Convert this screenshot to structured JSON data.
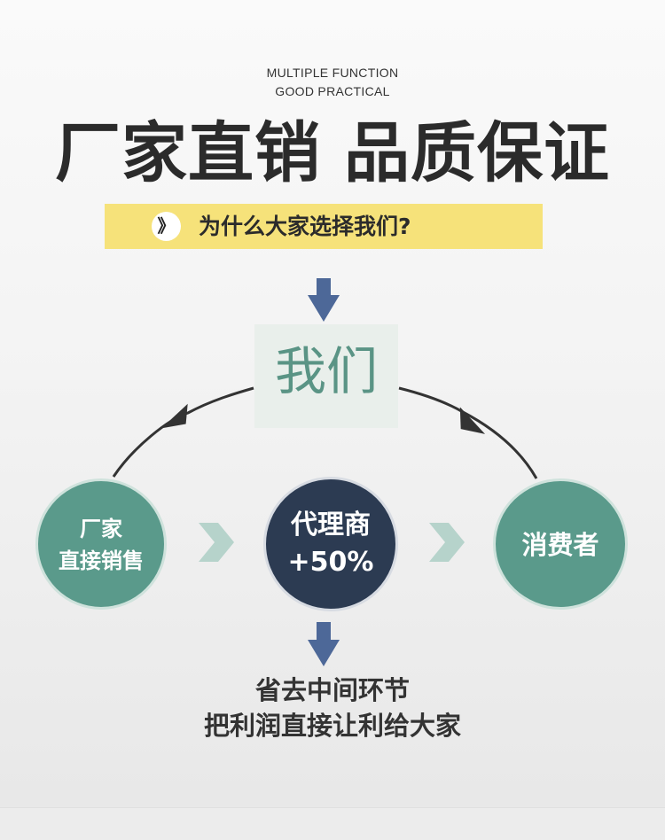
{
  "header": {
    "subtitle_line1": "MULTIPLE FUNCTION",
    "subtitle_line2": "GOOD PRACTICAL",
    "headline_left": "厂家直销",
    "headline_right": "品质保证"
  },
  "banner": {
    "icon_glyph": "》",
    "question": "为什么大家选择我们?"
  },
  "center_box": {
    "label": "我们"
  },
  "flow": {
    "factory_line1": "厂家",
    "factory_line2": "直接销售",
    "agent_line1": "代理商",
    "agent_line2": "+50%",
    "consumer": "消费者"
  },
  "footer": {
    "line1": "省去中间环节",
    "line2": "把利润直接让利给大家"
  },
  "colors": {
    "banner_yellow": "#f6e27a",
    "teal": "#5a9a8b",
    "navy": "#2c3b52",
    "arrow_blue": "#4d6898",
    "chevron_pale": "#b6d3cb"
  }
}
